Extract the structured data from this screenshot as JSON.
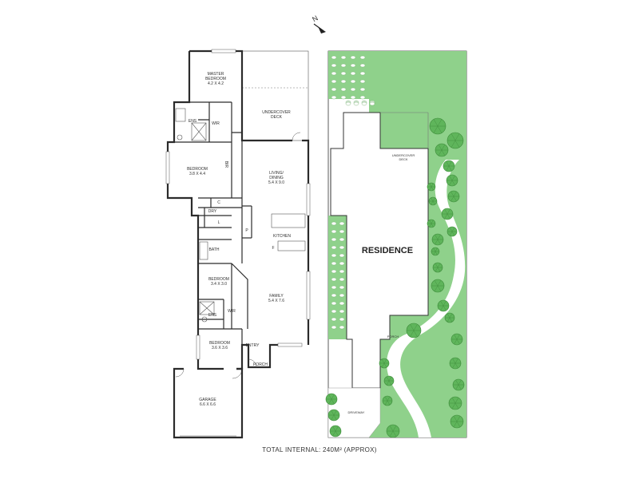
{
  "compass": {
    "label": "N"
  },
  "rooms": {
    "master_bedroom_name": "MASTER",
    "master_bedroom_name2": "BEDROOM",
    "master_bedroom_dim": "4.2 X 4.2",
    "ens1": "ENS",
    "wir1": "WIR",
    "bir": "BIR",
    "bedroom2_name": "BEDROOM",
    "bedroom2_dim": "3.8 X 4.4",
    "undercover_deck_1": "UNDERCOVER",
    "undercover_deck_2": "DECK",
    "living_1": "LIVING/",
    "living_2": "DINING",
    "living_dim": "5.4 X 9.0",
    "c": "C",
    "l": "L",
    "dry": "DRY",
    "p": "P",
    "kitchen": "KITCHEN",
    "f": "F",
    "bath": "BATH",
    "bedroom3_name": "BEDROOM",
    "bedroom3_dim": "3.4 X 3.0",
    "family_name": "FAMILY",
    "family_dim": "5.4 X 7.6",
    "ens2": "ENS",
    "wir2": "WIR",
    "bedroom4_name": "BEDROOM",
    "bedroom4_dim": "3.6 X 3.6",
    "entry": "ENTRY",
    "porch": "PORCH",
    "garage_name": "GARAGE",
    "garage_dim": "6.6 X 6.6"
  },
  "site": {
    "residence": "RESIDENCE",
    "undercover_deck_1": "UNDERCOVER",
    "undercover_deck_2": "DECK",
    "porch": "PORCH",
    "driveway": "DRIVEWAY"
  },
  "colors": {
    "lawn": "#8fd18b",
    "tree": "#5fb55b",
    "path": "#ffffff"
  },
  "footer": {
    "total": "TOTAL INTERNAL: 240M² (APPROX)"
  }
}
